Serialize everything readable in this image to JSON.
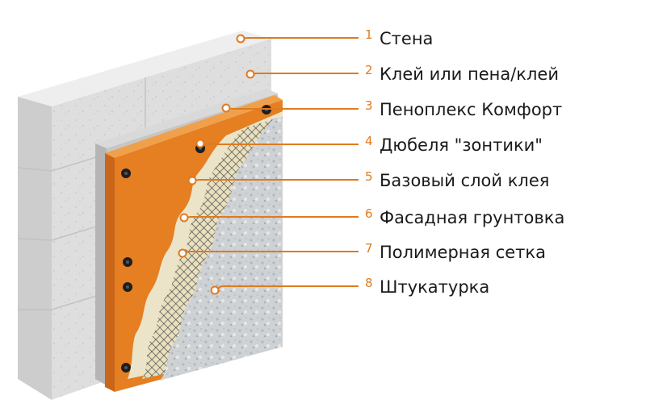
{
  "colors": {
    "wall": "#dcdcdc",
    "adhesive": "#c4c4c4",
    "foam": "#e67e22",
    "dowel": "#1e1e1e",
    "base_coat": "#ece4c8",
    "mesh": "#3a3a3a",
    "plaster": "#cfd2d4",
    "leader": "#e07a1f"
  },
  "layers": [
    {
      "number": "1",
      "label": "Стена",
      "icon": "wall-layer"
    },
    {
      "number": "2",
      "label": "Клей или пена/клей",
      "icon": "adhesive-layer"
    },
    {
      "number": "3",
      "label": "Пеноплекс Комфорт",
      "icon": "foam-board-layer"
    },
    {
      "number": "4",
      "label": "Дюбеля \"зонтики\"",
      "icon": "umbrella-dowel"
    },
    {
      "number": "5",
      "label": "Базовый слой клея",
      "icon": "base-adhesive-layer"
    },
    {
      "number": "6",
      "label": "Фасадная грунтовка",
      "icon": "primer-layer"
    },
    {
      "number": "7",
      "label": "Полимерная сетка",
      "icon": "mesh-layer"
    },
    {
      "number": "8",
      "label": "Штукатурка",
      "icon": "plaster-layer"
    }
  ]
}
